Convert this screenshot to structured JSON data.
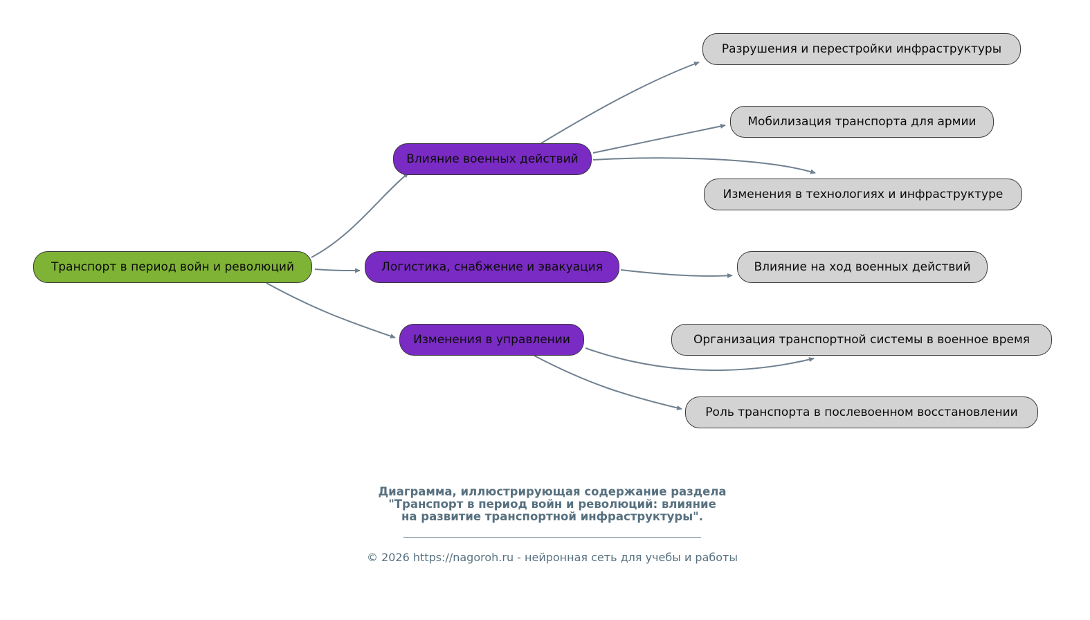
{
  "diagram": {
    "root": {
      "label": "Транспорт в период войн и революций",
      "color": "#7fb335"
    },
    "branches": [
      {
        "label": "Влияние военных действий",
        "color": "#7a2bc4",
        "children": [
          "Разрушения и перестройки инфраструктуры",
          "Мобилизация транспорта для армии",
          "Изменения в технологиях и инфраструктуре"
        ]
      },
      {
        "label": "Логистика, снабжение и эвакуация",
        "color": "#7a2bc4",
        "children": [
          "Влияние на ход военных действий"
        ]
      },
      {
        "label": "Изменения в управлении",
        "color": "#7a2bc4",
        "children": [
          "Организация транспортной системы в военное время",
          "Роль транспорта в послевоенном восстановлении"
        ]
      }
    ],
    "leaf_color": "#d3d3d3",
    "edge_color": "#708090"
  },
  "footer": {
    "caption_line1": "Диаграмма, иллюстрирующая содержание раздела",
    "caption_line2": "\"Транспорт в период войн и революций: влияние",
    "caption_line3": "на развитие транспортной инфраструктуры\".",
    "copyright": "© 2026 https://nagoroh.ru - нейронная сеть для учебы и работы"
  }
}
